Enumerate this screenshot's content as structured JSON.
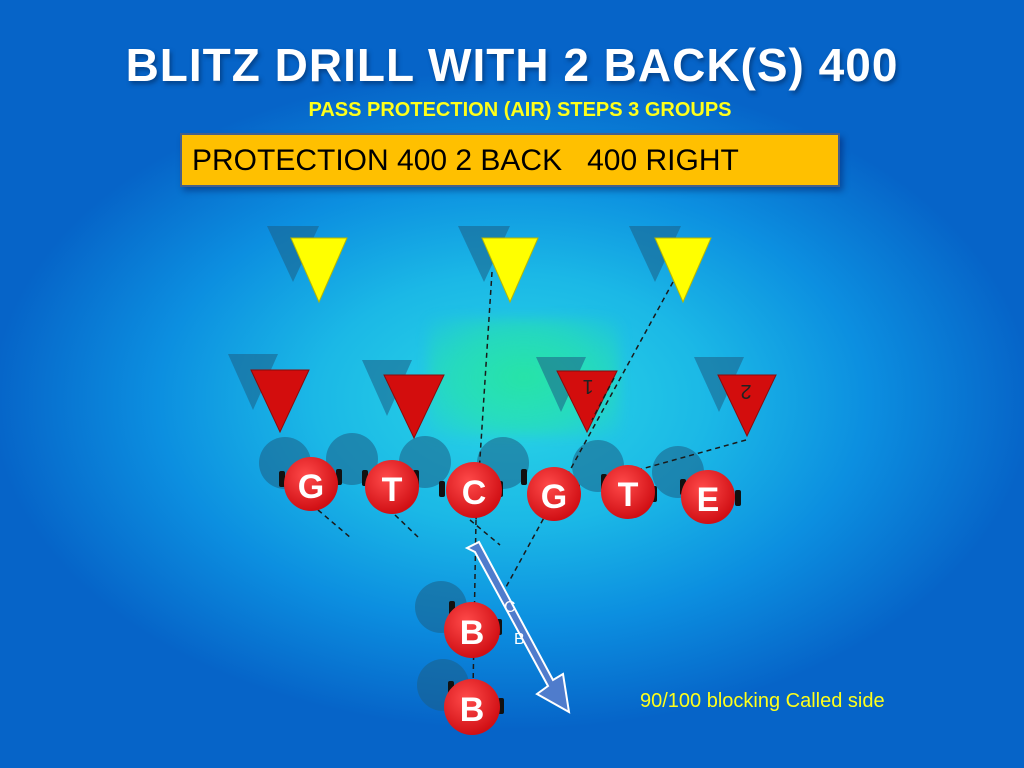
{
  "title": "BLITZ DRILL WITH 2 BACK(S) 400",
  "subtitle": "PASS PROTECTION (AIR) STEPS  3 GROUPS",
  "protection_call": "PROTECTION 400 2 BACK   400 RIGHT",
  "footnote": "90/100 blocking Called side",
  "colors": {
    "linebacker_fill": "#ffff00",
    "lineman_defender_fill": "#d30d0d",
    "offense_fill": "#e3141b",
    "call_box_fill": "#ffc000",
    "arrow_fill": "#4f7ccc"
  },
  "defense": {
    "linebackers": [
      {
        "id": "lb-left",
        "label": ""
      },
      {
        "id": "lb-middle",
        "label": ""
      },
      {
        "id": "lb-right",
        "label": ""
      }
    ],
    "front": [
      {
        "id": "dl-1",
        "label": ""
      },
      {
        "id": "dl-2",
        "label": ""
      },
      {
        "id": "dl-3",
        "label": "1"
      },
      {
        "id": "dl-4",
        "label": "2"
      }
    ]
  },
  "offense": {
    "line": [
      {
        "id": "left-guard",
        "label": "G"
      },
      {
        "id": "left-tackle",
        "label": "T"
      },
      {
        "id": "center",
        "label": "C"
      },
      {
        "id": "right-guard",
        "label": "G"
      },
      {
        "id": "right-tackle",
        "label": "T"
      },
      {
        "id": "end",
        "label": "E"
      }
    ],
    "backs": [
      {
        "id": "back-upper",
        "label": "B"
      },
      {
        "id": "back-lower",
        "label": "B"
      }
    ]
  },
  "arrow": {
    "labels": [
      "C",
      "B"
    ]
  }
}
